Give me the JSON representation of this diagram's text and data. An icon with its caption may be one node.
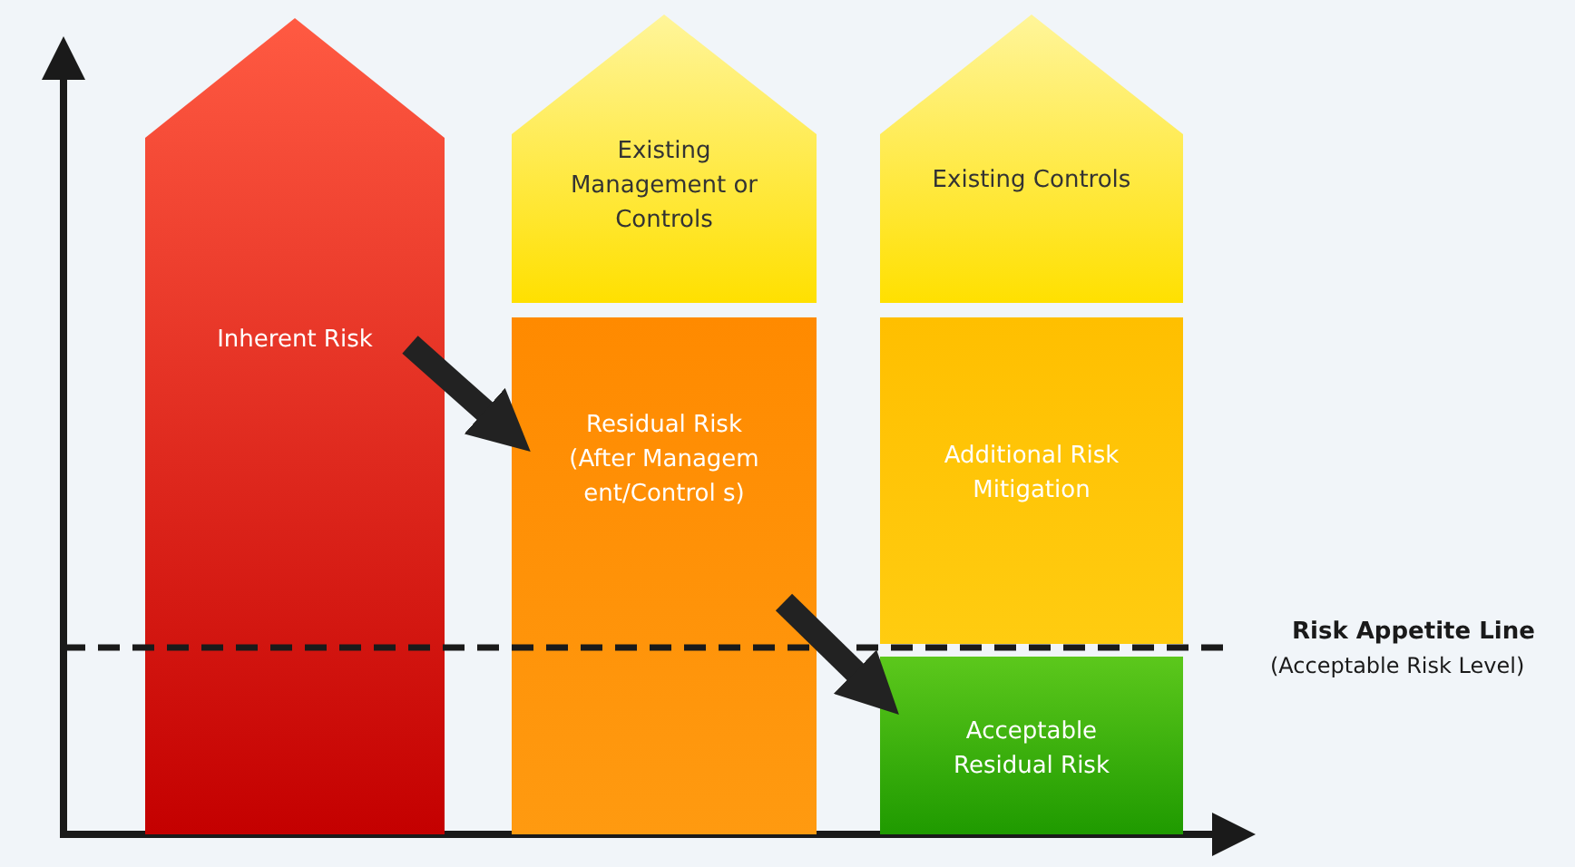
{
  "diagram": {
    "nodes": [
      {
        "text": [
          "Inherent Risk"
        ]
      },
      {
        "text": [
          "Existing Management or Controls"
        ]
      },
      {
        "text": [
          "Residual Risk (After Managem ent/Control s)"
        ]
      },
      {
        "text": [
          "Existing Controls"
        ]
      },
      {
        "text": [
          "Additional Risk Mitigation"
        ]
      },
      {
        "text": [
          "Acceptable Residual Risk"
        ]
      }
    ],
    "edges": [
      {
        "from": 0,
        "to": 2,
        "arrow": "to"
      },
      {
        "from": 2,
        "to": 5,
        "arrow": "to"
      }
    ],
    "labels": [
      "Risk Appetite Line",
      "(Acceptable Risk Level)"
    ]
  }
}
